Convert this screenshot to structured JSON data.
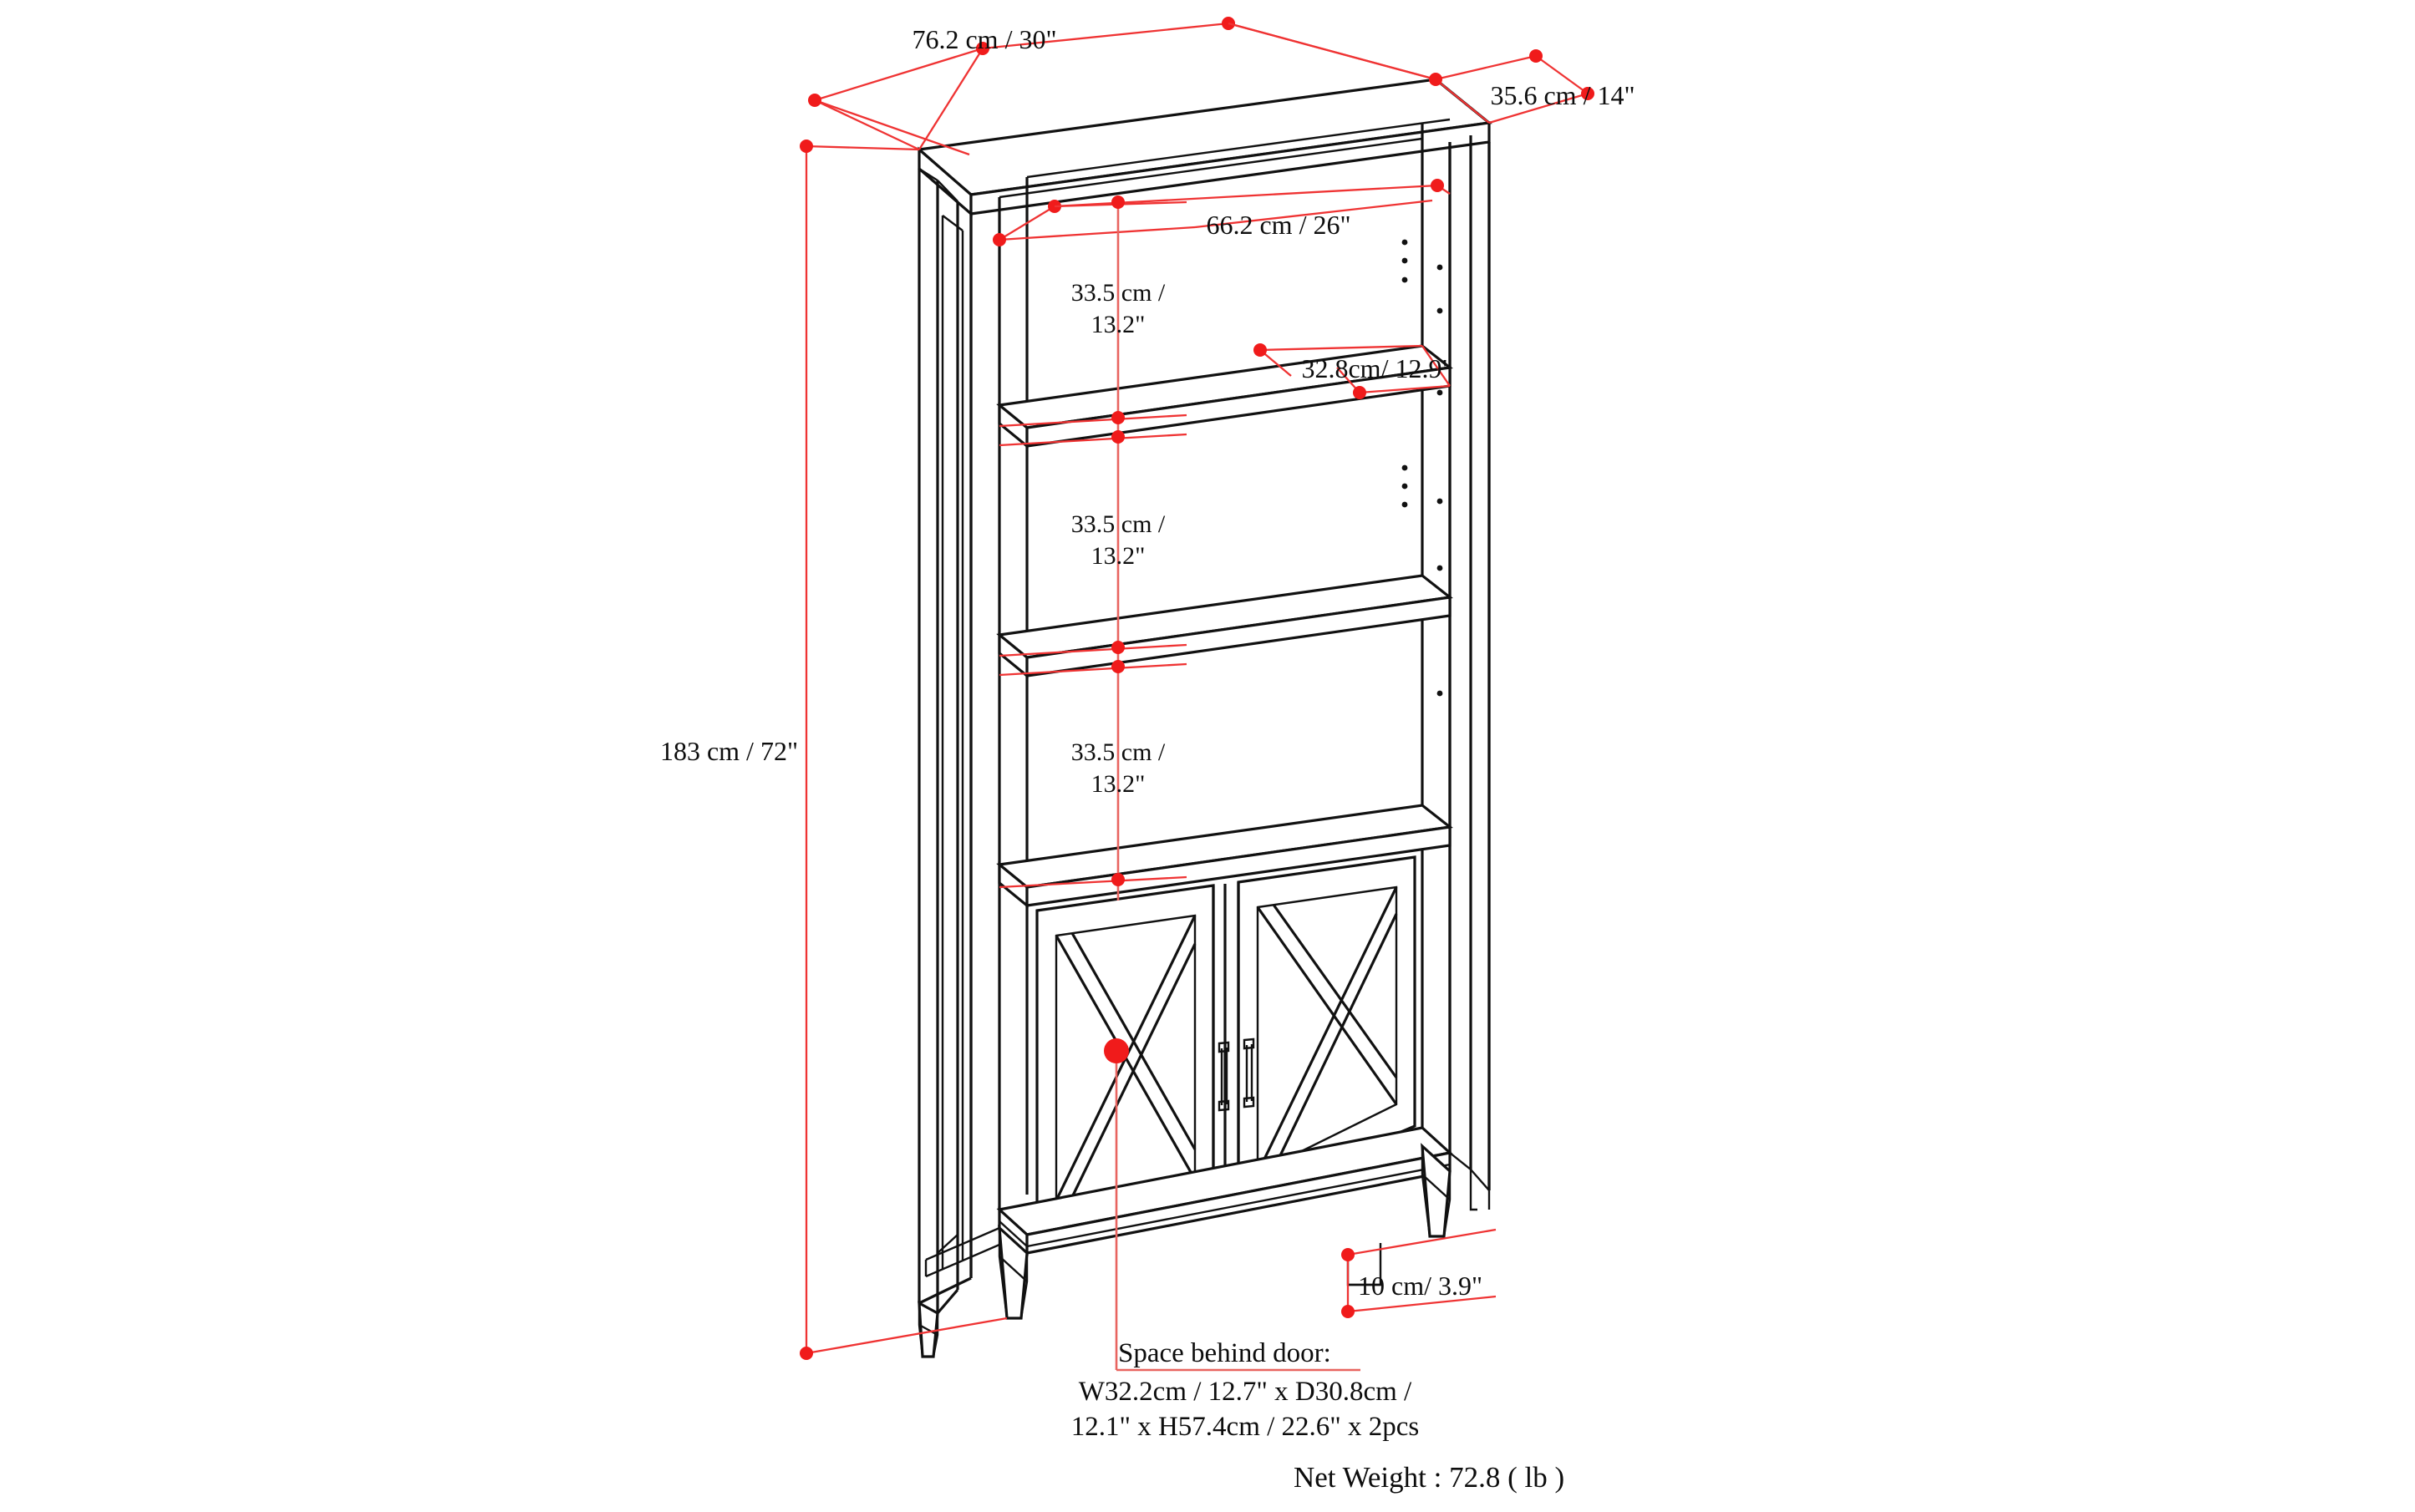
{
  "diagram": {
    "title": "Bookcase with doors dimension drawing",
    "product": "5-shelf storage bookcase with two X-brace doors",
    "background_color": "#ffffff",
    "dimension_line_color": "#ef3333",
    "outline_color": "#111111"
  },
  "dimensions": {
    "width": "76.2 cm / 30\"",
    "depth": "35.6 cm / 14\"",
    "height": "183 cm / 72\"",
    "interior_width": "66.2 cm / 26\"",
    "shelf_depth": "32.8cm/ 12.9\"",
    "shelf_gap_top": "33.5 cm /\n13.2\"",
    "shelf_gap_top_line1": "33.5 cm /",
    "shelf_gap_top_line2": "13.2\"",
    "shelf_gap_middle_line1": "33.5 cm /",
    "shelf_gap_middle_line2": "13.2\"",
    "shelf_gap_bottom_line1": "33.5 cm /",
    "shelf_gap_bottom_line2": "13.2\"",
    "leg_height": "10 cm/ 3.9\""
  },
  "notes": {
    "space_behind_door_label": "Space behind door:",
    "space_behind_door_line1": "W32.2cm / 12.7\" x D30.8cm /",
    "space_behind_door_line2": "12.1\" x H57.4cm / 22.6\" x 2pcs",
    "net_weight": "Net Weight : 72.8 ( lb )"
  },
  "parts": {
    "top_panel": "top-panel",
    "left_side_panel": "left-side-panel",
    "right_side_panel": "right-side-panel",
    "shelves_count": 3,
    "doors_count": 2,
    "legs_count": 4,
    "door_pattern": "x-brace",
    "handle_style": "vertical-bar-pull"
  }
}
